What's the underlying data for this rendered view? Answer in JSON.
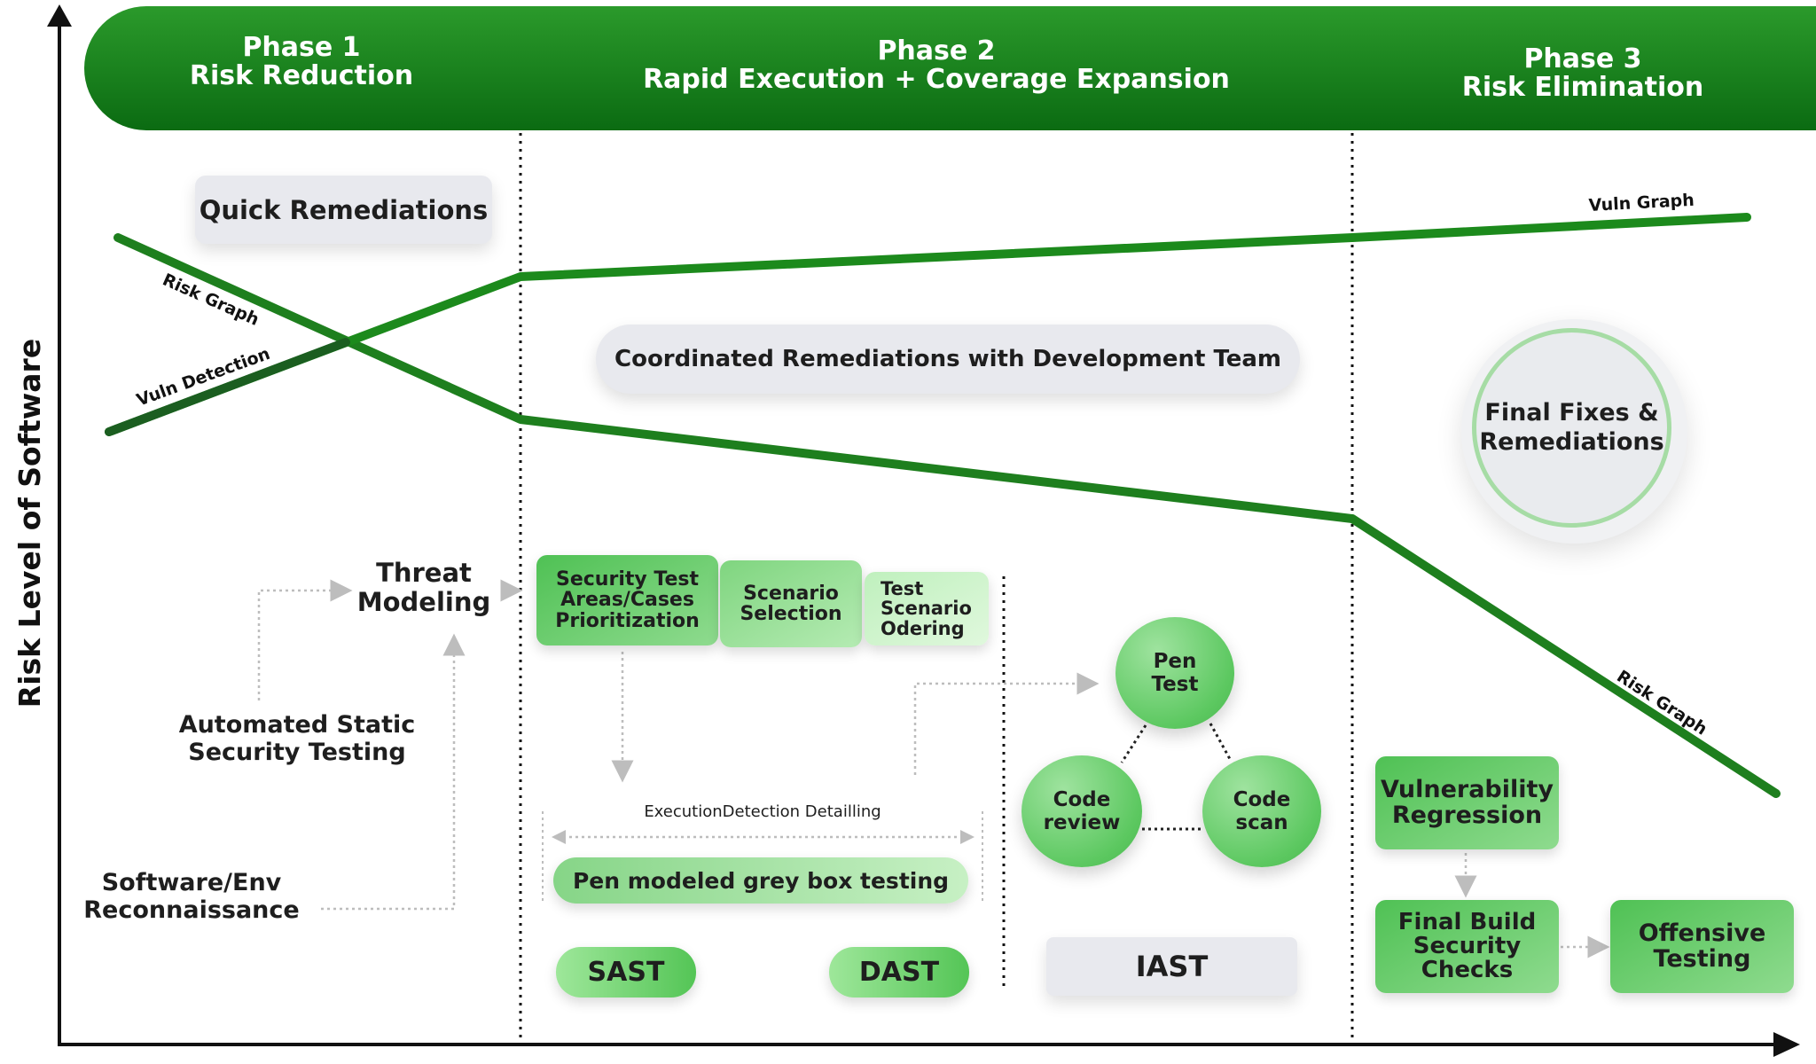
{
  "axis": {
    "y_label": "Risk Level of Software"
  },
  "phases": [
    {
      "line1": "Phase 1",
      "line2": "Risk Reduction"
    },
    {
      "line1": "Phase 2",
      "line2": "Rapid Execution + Coverage Expansion"
    },
    {
      "line1": "Phase 3",
      "line2": "Risk Elimination"
    }
  ],
  "graph_labels": {
    "risk_graph_1": "Risk Graph",
    "vuln_detection": "Vuln Detection",
    "vuln_graph": "Vuln Graph",
    "risk_graph_2": "Risk Graph"
  },
  "phase1": {
    "quick_remediations": "Quick Remediations",
    "threat_modeling_1": "Threat",
    "threat_modeling_2": "Modeling",
    "ast_1": "Automated Static",
    "ast_2": "Security Testing",
    "recon_1": "Software/Env",
    "recon_2": "Reconnaissance"
  },
  "phase2": {
    "coordinated": "Coordinated Remediations with Development Team",
    "box1": [
      "Security Test",
      "Areas/Cases",
      "Prioritization"
    ],
    "box2": [
      "Scenario",
      "Selection"
    ],
    "box3": [
      "Test",
      "Scenario",
      "Odering"
    ],
    "execution_label": "ExecutionDetection Detailling",
    "grey_box": "Pen modeled grey box testing",
    "sast": "SAST",
    "dast": "DAST",
    "pen_test": [
      "Pen",
      "Test"
    ],
    "code_review": [
      "Code",
      "review"
    ],
    "code_scan": [
      "Code",
      "scan"
    ],
    "iast": "IAST"
  },
  "phase3": {
    "final_fixes": [
      "Final Fixes &",
      "Remediations"
    ],
    "vuln_regression": [
      "Vulnerability",
      "Regression"
    ],
    "final_build": [
      "Final Build",
      "Security",
      "Checks"
    ],
    "offensive": [
      "Offensive",
      "Testing"
    ]
  },
  "colors": {
    "header_green": "#0f7a15",
    "risk_line": "#1e8a1e",
    "vuln_line": "#1f6b22"
  }
}
